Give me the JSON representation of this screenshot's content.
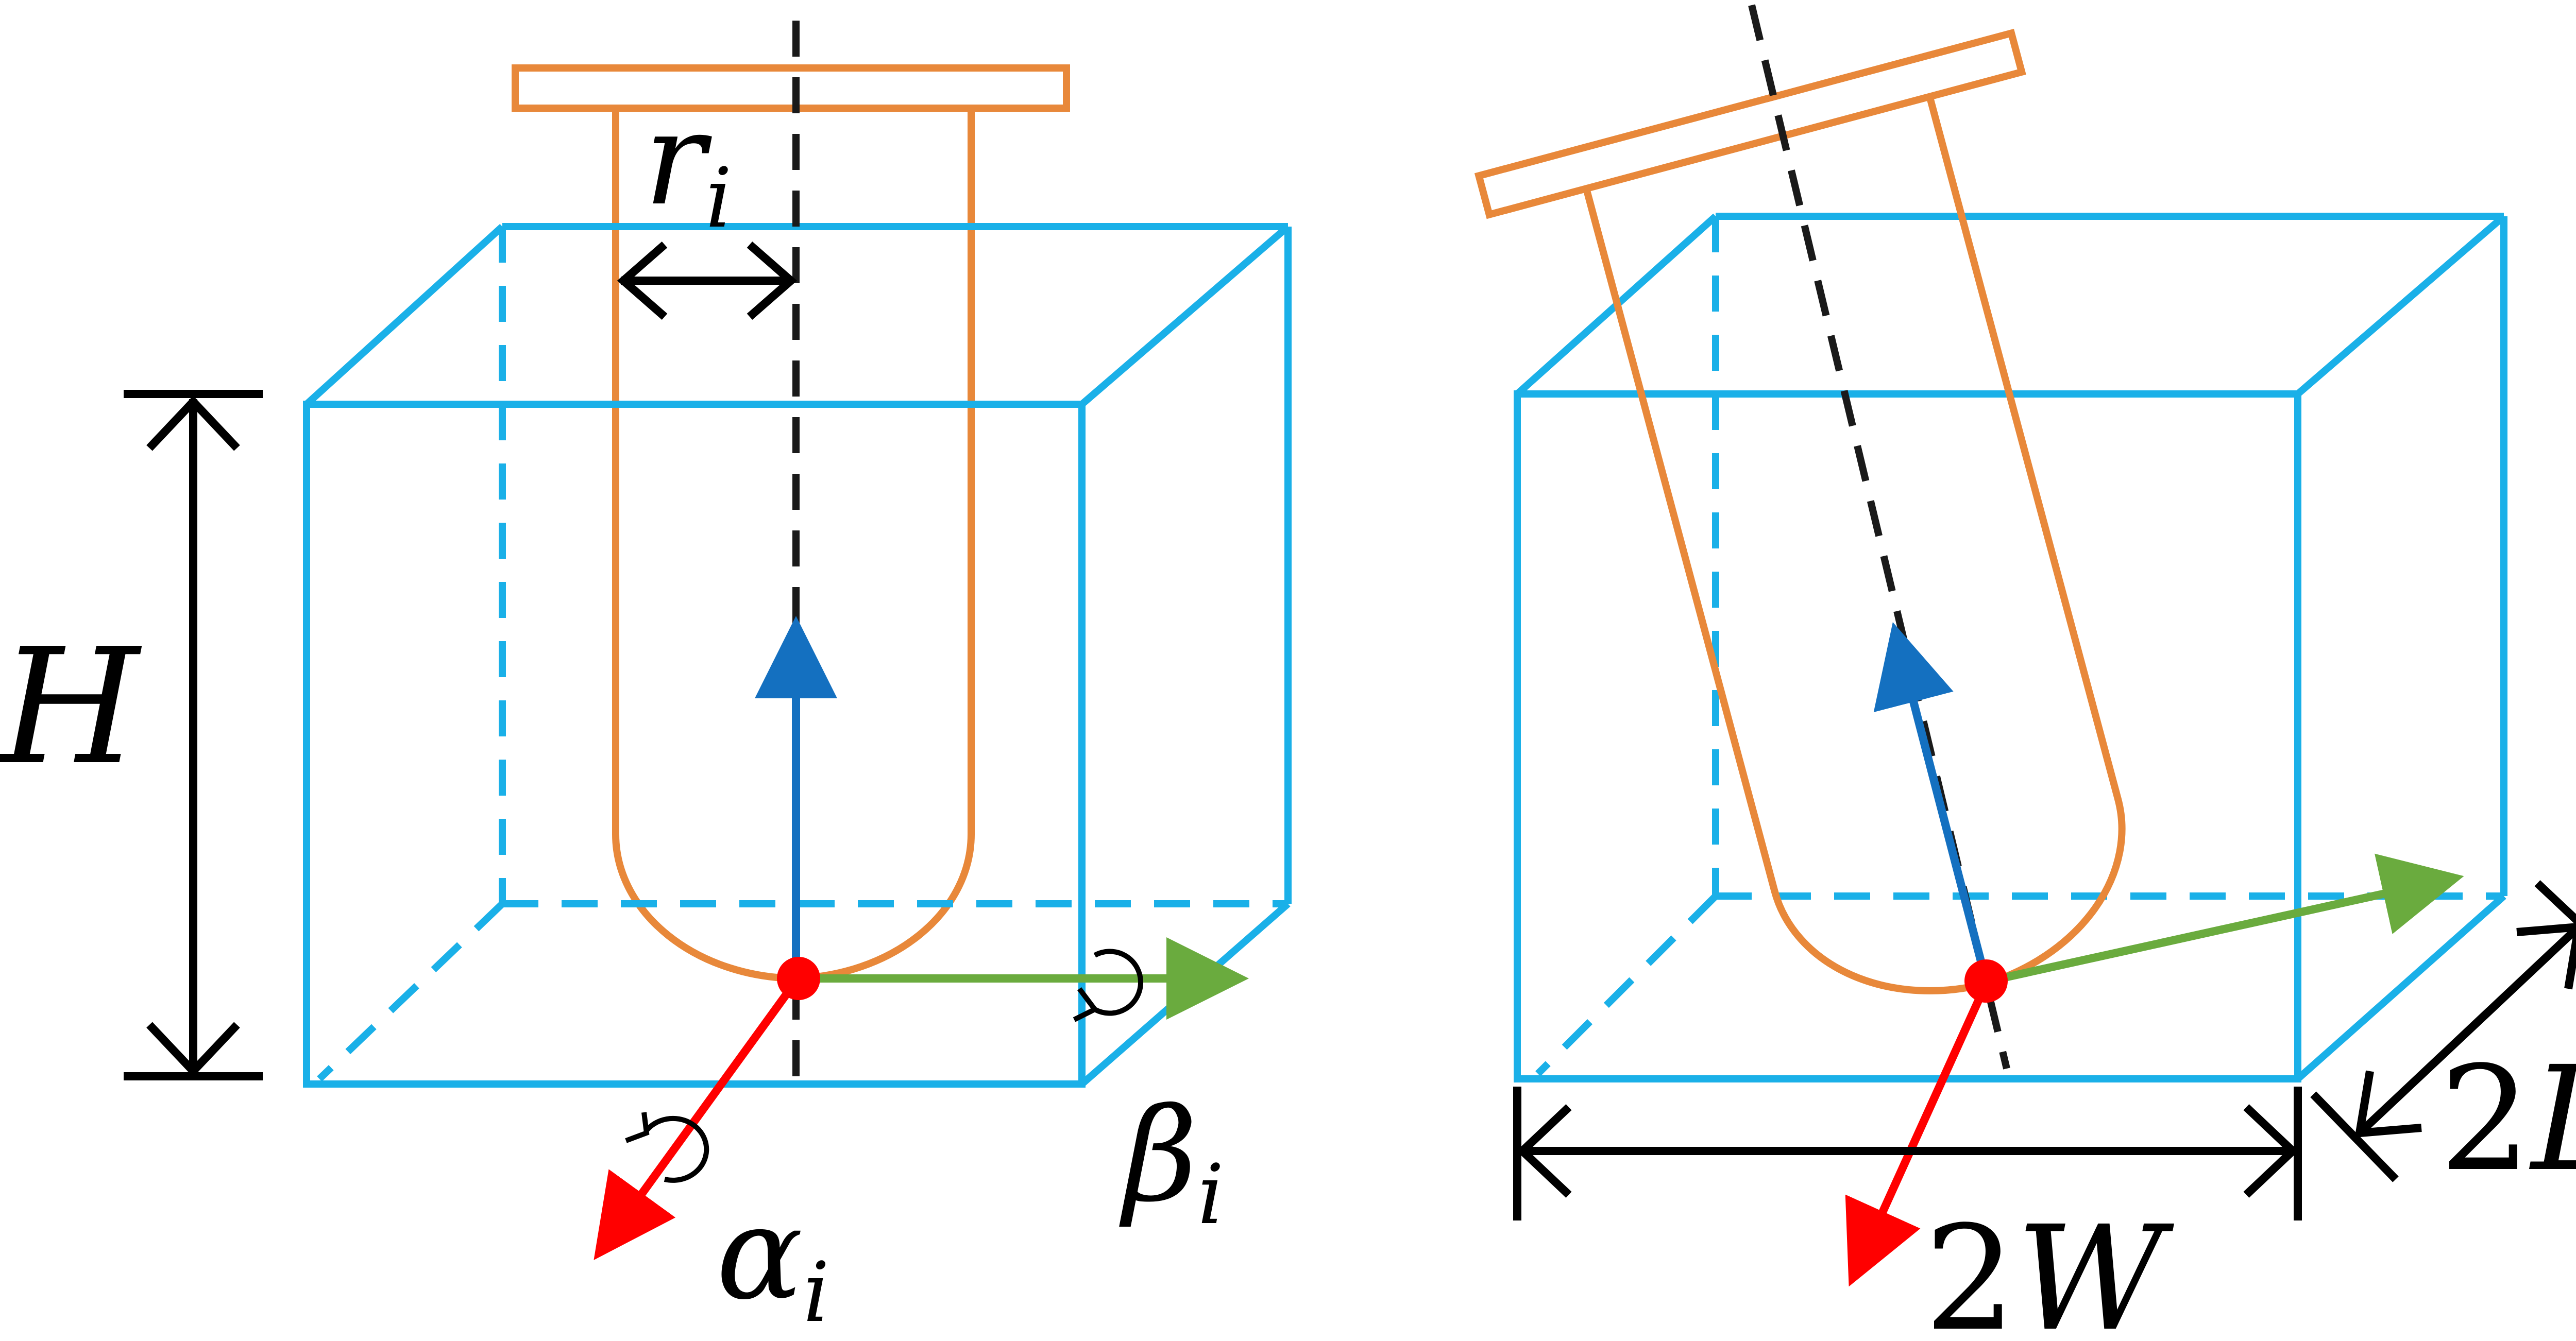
{
  "labels": {
    "radius": "r",
    "radius_sub": "i",
    "height": "H",
    "alpha": "α",
    "alpha_sub": "i",
    "beta": "β",
    "beta_sub": "i",
    "width_prefix": "2",
    "width_var": "W",
    "length_prefix": "2",
    "length_var": "L"
  },
  "colors": {
    "box": "#1ab0e8",
    "probe": "#e8883a",
    "axis_x": "#ff0000",
    "axis_y": "#6aab3e",
    "axis_z": "#1470c0",
    "dimension": "#000000",
    "contact_point": "#ff0000"
  }
}
